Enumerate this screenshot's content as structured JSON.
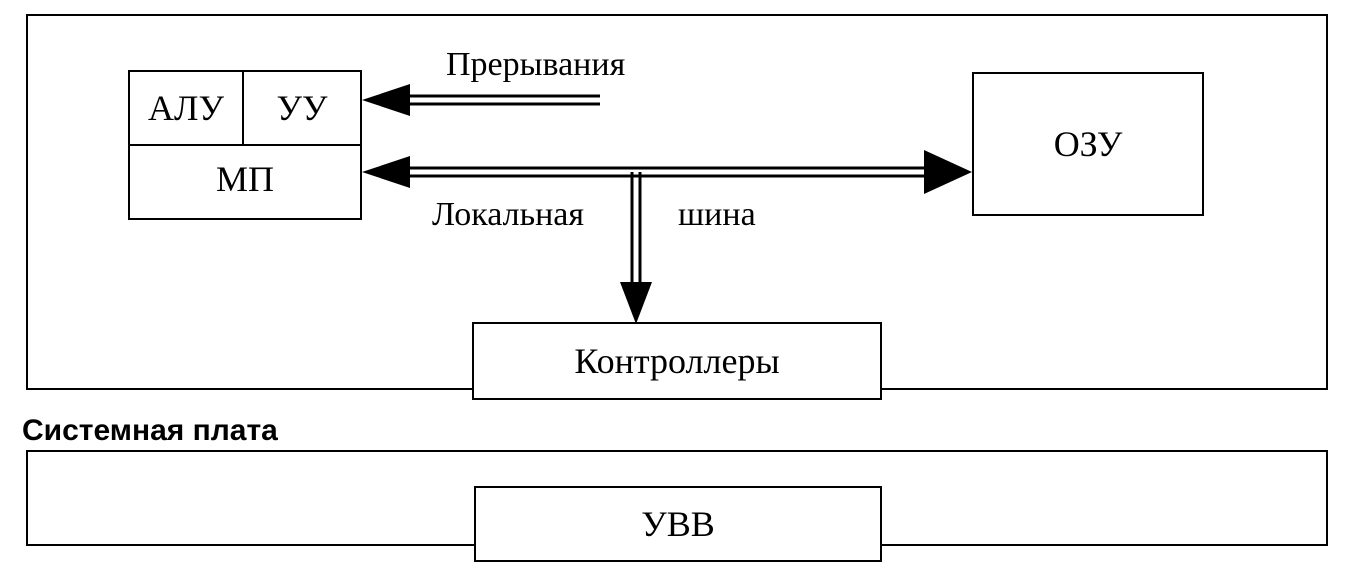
{
  "diagram": {
    "blocks": {
      "alu": "АЛУ",
      "uu": "УУ",
      "mp": "МП",
      "ozu": "ОЗУ",
      "controllers": "Контроллеры",
      "uvv": "УВВ"
    },
    "labels": {
      "interrupts": "Прерывания",
      "local": "Локальная",
      "bus": "шина",
      "system_board": "Системная плата"
    }
  }
}
